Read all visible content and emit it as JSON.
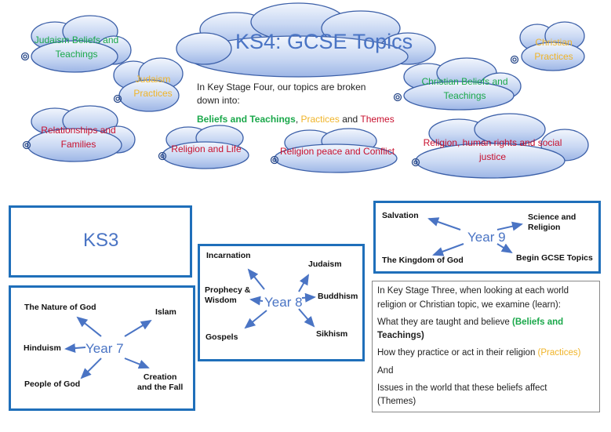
{
  "header": {
    "title": "KS4: GCSE Topics",
    "intro_line1": "In Key Stage Four, our topics are broken",
    "intro_line2": "down into:",
    "cat_beliefs": "Beliefs and Teachings",
    "sep1": ",",
    "cat_practices": "Practices",
    "and_word": "and",
    "cat_themes": "Themes"
  },
  "clouds": {
    "judaism_beliefs": [
      "Judaism Beliefs and",
      "Teachings"
    ],
    "judaism_practices": [
      "Judaism",
      "Practices"
    ],
    "christian_practices": [
      "Christian",
      "Practices"
    ],
    "christian_beliefs": [
      "Christian Beliefs and",
      "Teachings"
    ],
    "relationships": [
      "Relationships and",
      "Families"
    ],
    "religion_life": "Religion and Life",
    "religion_peace": "Religion peace and Conflict",
    "religion_rights": [
      "Religion, human rights and social",
      "justice"
    ]
  },
  "colors": {
    "box_border": "#1f6fba",
    "arrow": "#4a74c4",
    "green": "#1aa84a",
    "orange": "#f0b428",
    "red": "#c8102e"
  },
  "ks3": {
    "title": "KS3"
  },
  "year7": {
    "label": "Year 7",
    "nature": "The Nature of God",
    "islam": "Islam",
    "hinduism": "Hinduism",
    "people": "People of God",
    "creation1": "Creation",
    "creation2": "and the Fall"
  },
  "year8": {
    "label": "Year 8",
    "incarnation": "Incarnation",
    "prophecy1": "Prophecy &",
    "prophecy2": "Wisdom",
    "gospels": "Gospels",
    "judaism": "Judaism",
    "buddhism": "Buddhism",
    "sikhism": "Sikhism"
  },
  "year9": {
    "label": "Year 9",
    "salvation": "Salvation",
    "science1": "Science and",
    "science2": "Religion",
    "kingdom": "The Kingdom of God",
    "gcse": "Begin GCSE Topics"
  },
  "info": {
    "line1": "In Key Stage Three, when looking at each world",
    "line2": "religion or Christian topic, we examine (learn):",
    "taught": "What they are taught and believe",
    "taught_tag1": "(Beliefs and",
    "taught_tag2": "Teachings)",
    "practice": "How they practice or act in their religion",
    "practice_tag": "(Practices)",
    "and_word": "And",
    "issues": "Issues in the world that these beliefs affect",
    "issues_tag": "(Themes)"
  }
}
